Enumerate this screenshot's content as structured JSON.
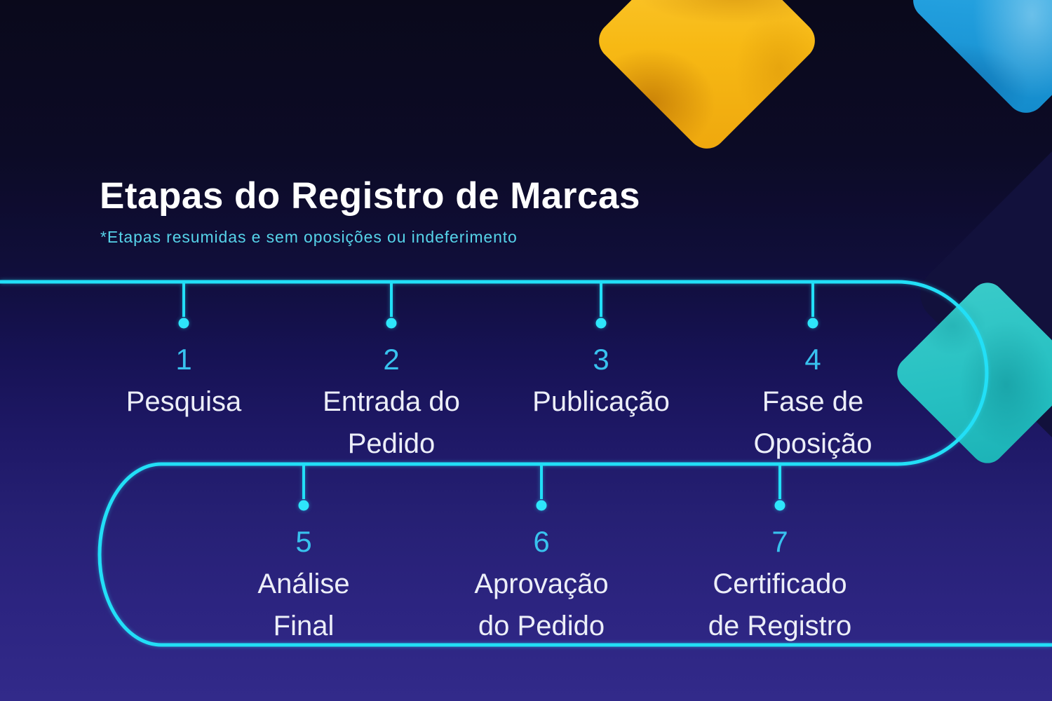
{
  "header": {
    "title": "Etapas do Registro de Marcas",
    "subtitle": "*Etapas resumidas e sem oposições ou indeferimento"
  },
  "steps": [
    {
      "number": "1",
      "line1": "Pesquisa",
      "line2": ""
    },
    {
      "number": "2",
      "line1": "Entrada do",
      "line2": "Pedido"
    },
    {
      "number": "3",
      "line1": "Publicação",
      "line2": ""
    },
    {
      "number": "4",
      "line1": "Fase de",
      "line2": "Oposição"
    },
    {
      "number": "5",
      "line1": "Análise",
      "line2": "Final"
    },
    {
      "number": "6",
      "line1": "Aprovação",
      "line2": "do Pedido"
    },
    {
      "number": "7",
      "line1": "Certificado",
      "line2": "de Registro"
    }
  ],
  "colors": {
    "background_top": "#0a091b",
    "background_bottom": "#322a8a",
    "timeline_cyan": "#22dff7",
    "step_number_cyan": "#38c2ee",
    "label_white": "#eceef8",
    "subtitle_cyan": "#56d3e9",
    "diamond_yellow": "#f7b914",
    "diamond_blue": "#219edd",
    "diamond_red": "#fb6a58",
    "diamond_teal": "#26c0c2",
    "diamond_navy": "#12113c"
  }
}
